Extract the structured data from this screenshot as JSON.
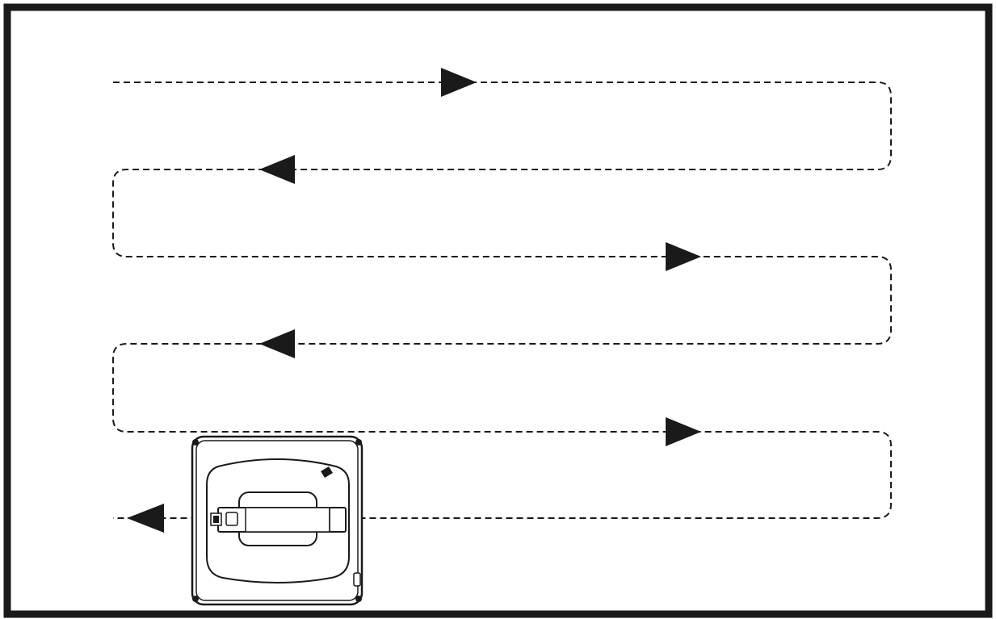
{
  "diagram": {
    "type": "cleaning-path",
    "pattern": "serpentine",
    "direction_sequence": [
      "right",
      "left",
      "right",
      "left",
      "right",
      "left"
    ],
    "line_style": "dashed",
    "icons": {
      "robot": "window-cleaning-robot-icon",
      "arrow": "arrowhead-icon"
    },
    "colors": {
      "stroke": "#1a1a1a",
      "background": "#ffffff",
      "frame": "#1a1a1a"
    }
  }
}
